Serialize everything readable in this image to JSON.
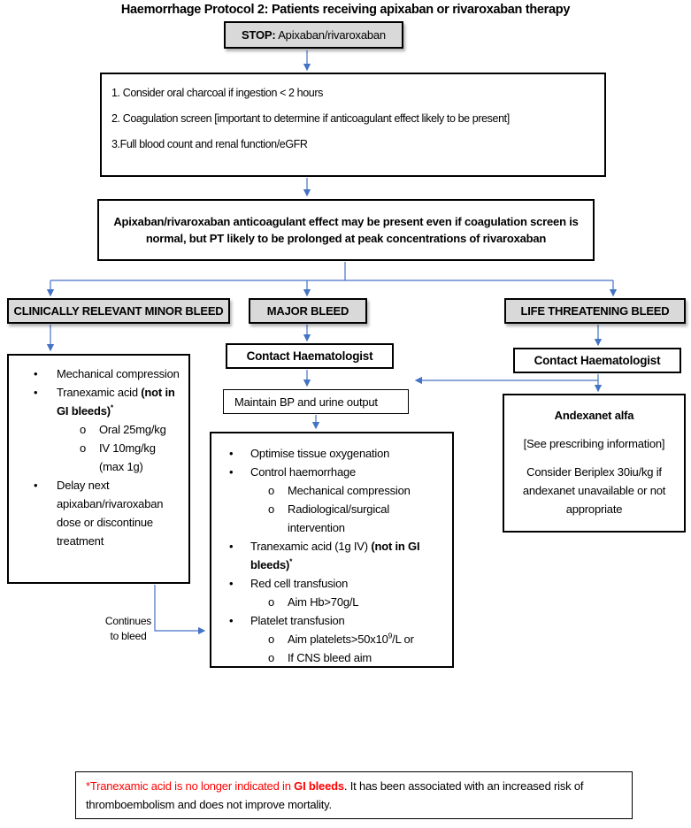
{
  "title": "Haemorrhage Protocol 2: Patients receiving apixaban or rivaroxaban therapy",
  "colors": {
    "arrow": "#4472c4",
    "header_fill": "#d9d9d9",
    "footnote_red": "#ff0000"
  },
  "stop_box": {
    "label_bold": "STOP:",
    "label_rest": " Apixaban/rivaroxaban"
  },
  "initial_steps": [
    "1. Consider oral charcoal if ingestion < 2 hours",
    "2. Coagulation screen [important to determine if anticoagulant effect likely to be present]",
    "3.Full blood count and renal function/eGFR"
  ],
  "caution_note": "Apixaban/rivaroxaban anticoagulant effect may be present even if coagulation screen is normal, but PT likely to be prolonged at peak concentrations of rivaroxaban",
  "branch_headers": {
    "minor": "CLINICALLY RELEVANT MINOR BLEED",
    "major": "MAJOR BLEED",
    "life_threatening": "LIFE THREATENING BLEED"
  },
  "contact_haematologist_major": "Contact Haematologist",
  "contact_haematologist_life": "Contact Haematologist",
  "maintain_bp": "Maintain BP and urine output",
  "minor_actions": [
    {
      "level": 1,
      "segments": [
        {
          "t": "Mechanical compression"
        }
      ]
    },
    {
      "level": 1,
      "segments": [
        {
          "t": "Tranexamic acid "
        },
        {
          "t": "(not in GI bleeds)",
          "b": true
        },
        {
          "t": "*",
          "b": true,
          "sup": true
        }
      ]
    },
    {
      "level": 2,
      "segments": [
        {
          "t": "Oral 25mg/kg"
        }
      ]
    },
    {
      "level": 2,
      "segments": [
        {
          "t": "IV 10mg/kg (max 1g)"
        }
      ]
    },
    {
      "level": 1,
      "segments": [
        {
          "t": "Delay next apixaban/rivaroxaban dose or discontinue treatment"
        }
      ]
    }
  ],
  "major_actions": [
    {
      "level": 1,
      "segments": [
        {
          "t": "Optimise tissue oxygenation"
        }
      ]
    },
    {
      "level": 1,
      "segments": [
        {
          "t": "Control haemorrhage"
        }
      ]
    },
    {
      "level": 2,
      "segments": [
        {
          "t": "Mechanical compression"
        }
      ]
    },
    {
      "level": 2,
      "segments": [
        {
          "t": "Radiological/surgical intervention"
        }
      ]
    },
    {
      "level": 1,
      "segments": [
        {
          "t": "Tranexamic acid (1g IV) "
        },
        {
          "t": "(not in GI bleeds)",
          "b": true
        },
        {
          "t": "*",
          "b": true,
          "sup": true
        }
      ]
    },
    {
      "level": 1,
      "segments": [
        {
          "t": "Red cell transfusion"
        }
      ]
    },
    {
      "level": 2,
      "segments": [
        {
          "t": "Aim Hb>70g/L"
        }
      ]
    },
    {
      "level": 1,
      "segments": [
        {
          "t": "Platelet transfusion"
        }
      ]
    },
    {
      "level": 2,
      "segments": [
        {
          "t": "Aim platelets>50x10"
        },
        {
          "t": "9",
          "sup": true
        },
        {
          "t": "/L or"
        }
      ]
    },
    {
      "level": 2,
      "segments": [
        {
          "t": "If CNS bleed aim"
        }
      ]
    }
  ],
  "andexanet": {
    "title": "Andexanet alfa",
    "line1": "[See prescribing information]",
    "line2": "Consider Beriplex 30iu/kg if andexanet unavailable or not appropriate"
  },
  "continues_to_bleed": "Continues to bleed",
  "footnote_segments": [
    {
      "t": "*Tranexamic acid is no longer indicated in ",
      "red": true
    },
    {
      "t": "GI bleeds",
      "red": true,
      "b": true
    },
    {
      "t": ".  It has been associated with an increased risk of thromboembolism and does not improve mortality."
    }
  ]
}
